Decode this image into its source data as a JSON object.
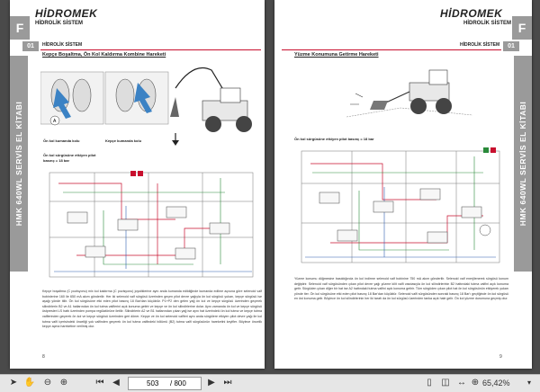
{
  "left_page": {
    "logo": "HİDROMEK",
    "section": "HİDROLİK SİSTEM",
    "tab_letter": "F",
    "chapter_no": "01",
    "sidebar": "HMK 640WL SERVİS EL KİTABI",
    "subsection": "HİDROLİK SİSTEM",
    "title": "Kepçe Boşaltma, Ön Kol Kaldırma Kombine Hareketi",
    "caption_left": "Ön kol kumanda kolu",
    "caption_right": "Kepçe kumanda kolu",
    "pressure_note_1": "Ön kol sürgüsüne etkiyen pilot",
    "pressure_note_2": "basınç = 18 bar",
    "body": "Kepçe boşaltma (C pozisyonu) mix kol kaldırma (C pozisyonu) joystiklerine aynı anda kumanda edildiğinde kumanda edilme açısına göre selenoid valf bobinlerine 160 ile 650 mA akım gönderilir. Her iki selenoid valf sürgüsü üzerinden geçen pilot devre yağıyla ön kol sürgüsü yukarı, kepçe sürgüsü ise aşağı yönde itilir. Ön kol sürgüsüne etki eden pilot basınç 18 Bar'dan küçüktür. P1+P2 den gelen yağ ön kol ve kepçe sürgüsü üzerinden geçerek silindirlerin B2 ve A1 hatlarından ön kol tutma valflerini açık konuma getirir ve kepçe ve ön kol silindirlerine dolar. Aynı zamanda ön kol ve kepçe sürgüsü üstpresleri LS hattı üzerinden pompa regülatörüne iletilir. Silindirlerin A2 ve B1 hatlarından çıkan yağ ise aynı hat üzerindeki ön kol tutma ve kepçe tutma valflerinden geçerek ön kol ve kepçe sürgüsü üzerinden geri döner. Kepçe ve ön kol selenoid valfleri aynı anda sürgülere etkiyen pilot devre yağı ile kol tutma valfi içerisindeki önceliği yok valfinden geçerek ön kol tutma valfindeki bölümü (B2) tutma valfi sürgüsünün hareketini keyifler. Böylece öncelik kepçe açma hareketine verilmiş olur.",
    "page_no": "8"
  },
  "right_page": {
    "logo": "HİDROMEK",
    "section": "HİDROLİK SİSTEM",
    "tab_letter": "F",
    "chapter_no": "01",
    "sidebar": "HMK 640WL SERVİS EL KİTABI",
    "subsection": "HİDROLİK SİSTEM",
    "title": "Yüzme Konumuna Getirme Hareketi",
    "pressure_note": "Ön kol sürgüsüne etkiyen pilot basınç = 18 bar",
    "body": "Yüzme konumu düğmesine basıldığında ön kol indirme selenoid valf bobinine 750 mA akım gönderilir. Selenoid valf enerjilenerek sürgüsü konum değiştirir. Selenoid valf sürgüsünden çıkan pilot devre yağı yüzme kilit valfi vasıtasıyla ön kol silindirlerinin B2 hattındaki tutma valfini açık konuma getir. Sürgüden çıkan diğer bir hat ise A2 hattındaki tutma valfini açık konuma getirir. Tüm sürgüden çıkan pilot hat ön kol sürgüsünün etkiyerek yukarı yönde iter. Ön kol sürgüsüne etki eden pilot basınç 18 Bar'dan küçüktür. Selenoid valfi sürgüsünden sonraki basınç 18 Bar'ı geçtiğinde ön kol sürgüsü en üst konuma gelir. Böylece ön kol silindirlerinin her iki tarafı da ön kol sürgüsü üzerinden tanka açık hale gelir. Ön kol yüzme durumuna geçmiş olur.",
    "page_no": "9"
  },
  "toolbar": {
    "current_page": "503",
    "total_pages": "/ 800",
    "zoom": "65,42%"
  }
}
